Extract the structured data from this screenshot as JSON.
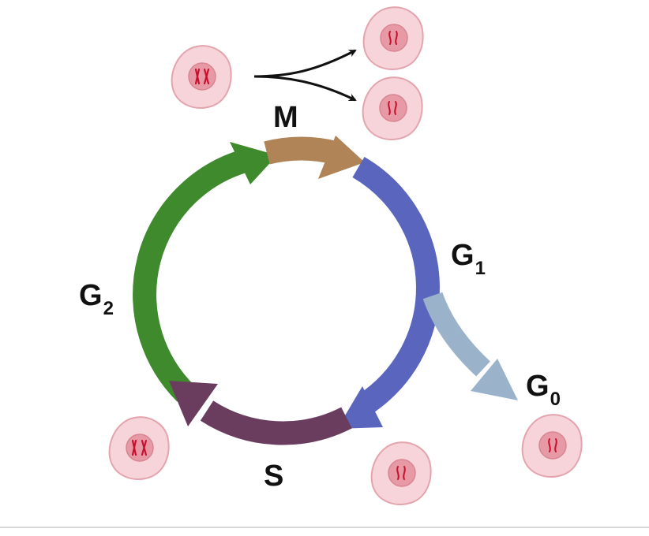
{
  "phases": {
    "m": {
      "label": "M",
      "color": "#B08456"
    },
    "g1": {
      "label": "G",
      "sub": "1",
      "color": "#5A66BE"
    },
    "s": {
      "label": "S",
      "color": "#6A3D5F"
    },
    "g2": {
      "label": "G",
      "sub": "2",
      "color": "#3E8A2C"
    },
    "g0": {
      "label": "G",
      "sub": "0",
      "color": "#9AB3CB"
    }
  },
  "colors": {
    "cell_fill": "#F6D4D9",
    "cell_stroke": "#E3A4AE",
    "nucleus_fill": "#E79AA6",
    "chromosome": "#C8102E",
    "split_arrow": "#111111"
  },
  "icons": [
    "cell-icon",
    "chromosome-icon",
    "split-arrow-icon"
  ]
}
